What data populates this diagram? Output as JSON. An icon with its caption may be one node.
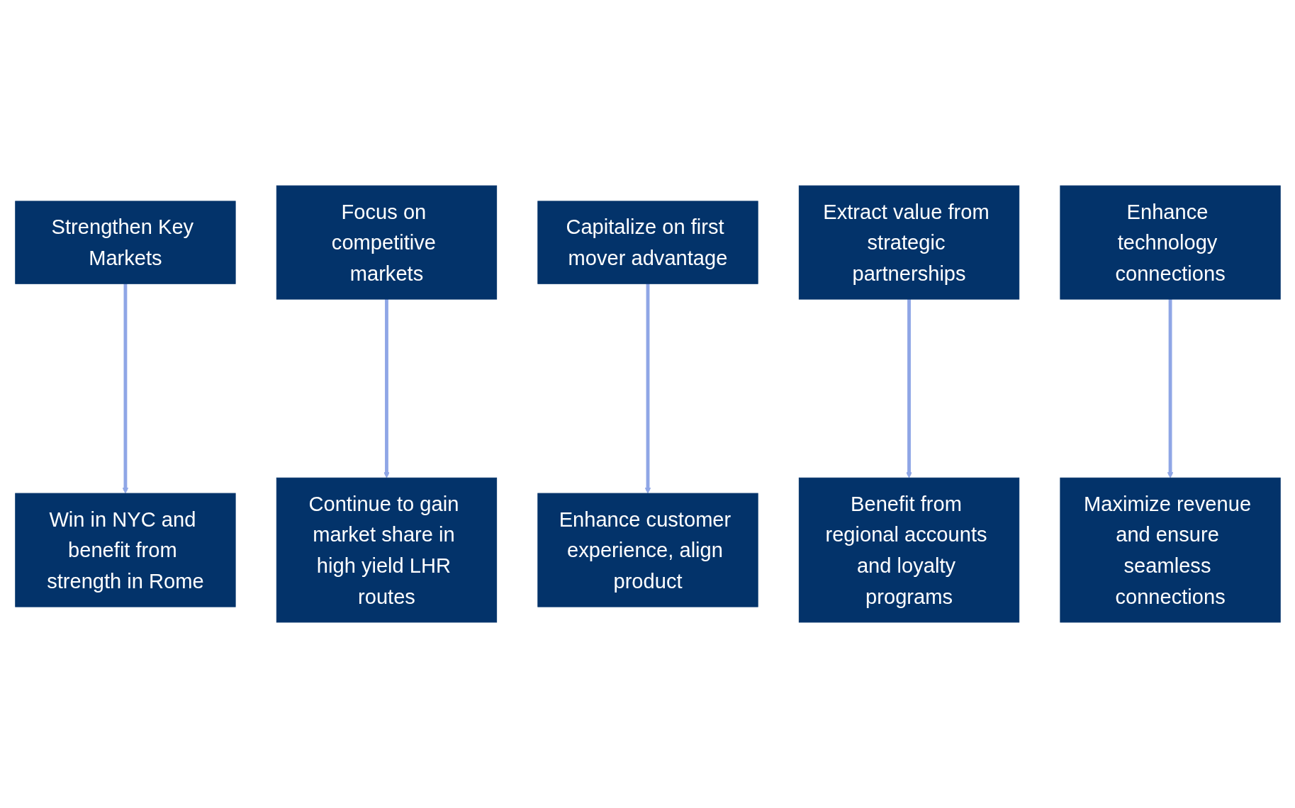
{
  "diagram": {
    "nodes": [
      {
        "text": [
          "Strengthen Key Markets"
        ]
      },
      {
        "text": [
          "Focus on competitive markets"
        ]
      },
      {
        "text": [
          "Capitalize on first mover advantage"
        ]
      },
      {
        "text": [
          "Extract value from strategic partnerships"
        ]
      },
      {
        "text": [
          "Enhance technology connections"
        ]
      },
      {
        "text": [
          "Win in NYC and benefit from strength in Rome"
        ]
      },
      {
        "text": [
          "Continue to gain market share in high yield LHR routes"
        ]
      },
      {
        "text": [
          "Enhance customer experience, align product"
        ]
      },
      {
        "text": [
          "Benefit from regional accounts and loyalty programs"
        ]
      },
      {
        "text": [
          "Maximize revenue and ensure seamless connections"
        ]
      }
    ],
    "edges": [
      {
        "from": 0,
        "to": 5,
        "arrow": "to"
      },
      {
        "from": 1,
        "to": 6,
        "arrow": "to"
      },
      {
        "from": 2,
        "to": 7,
        "arrow": "to"
      },
      {
        "from": 3,
        "to": 8,
        "arrow": "to"
      },
      {
        "from": 4,
        "to": 9,
        "arrow": "to"
      }
    ]
  }
}
